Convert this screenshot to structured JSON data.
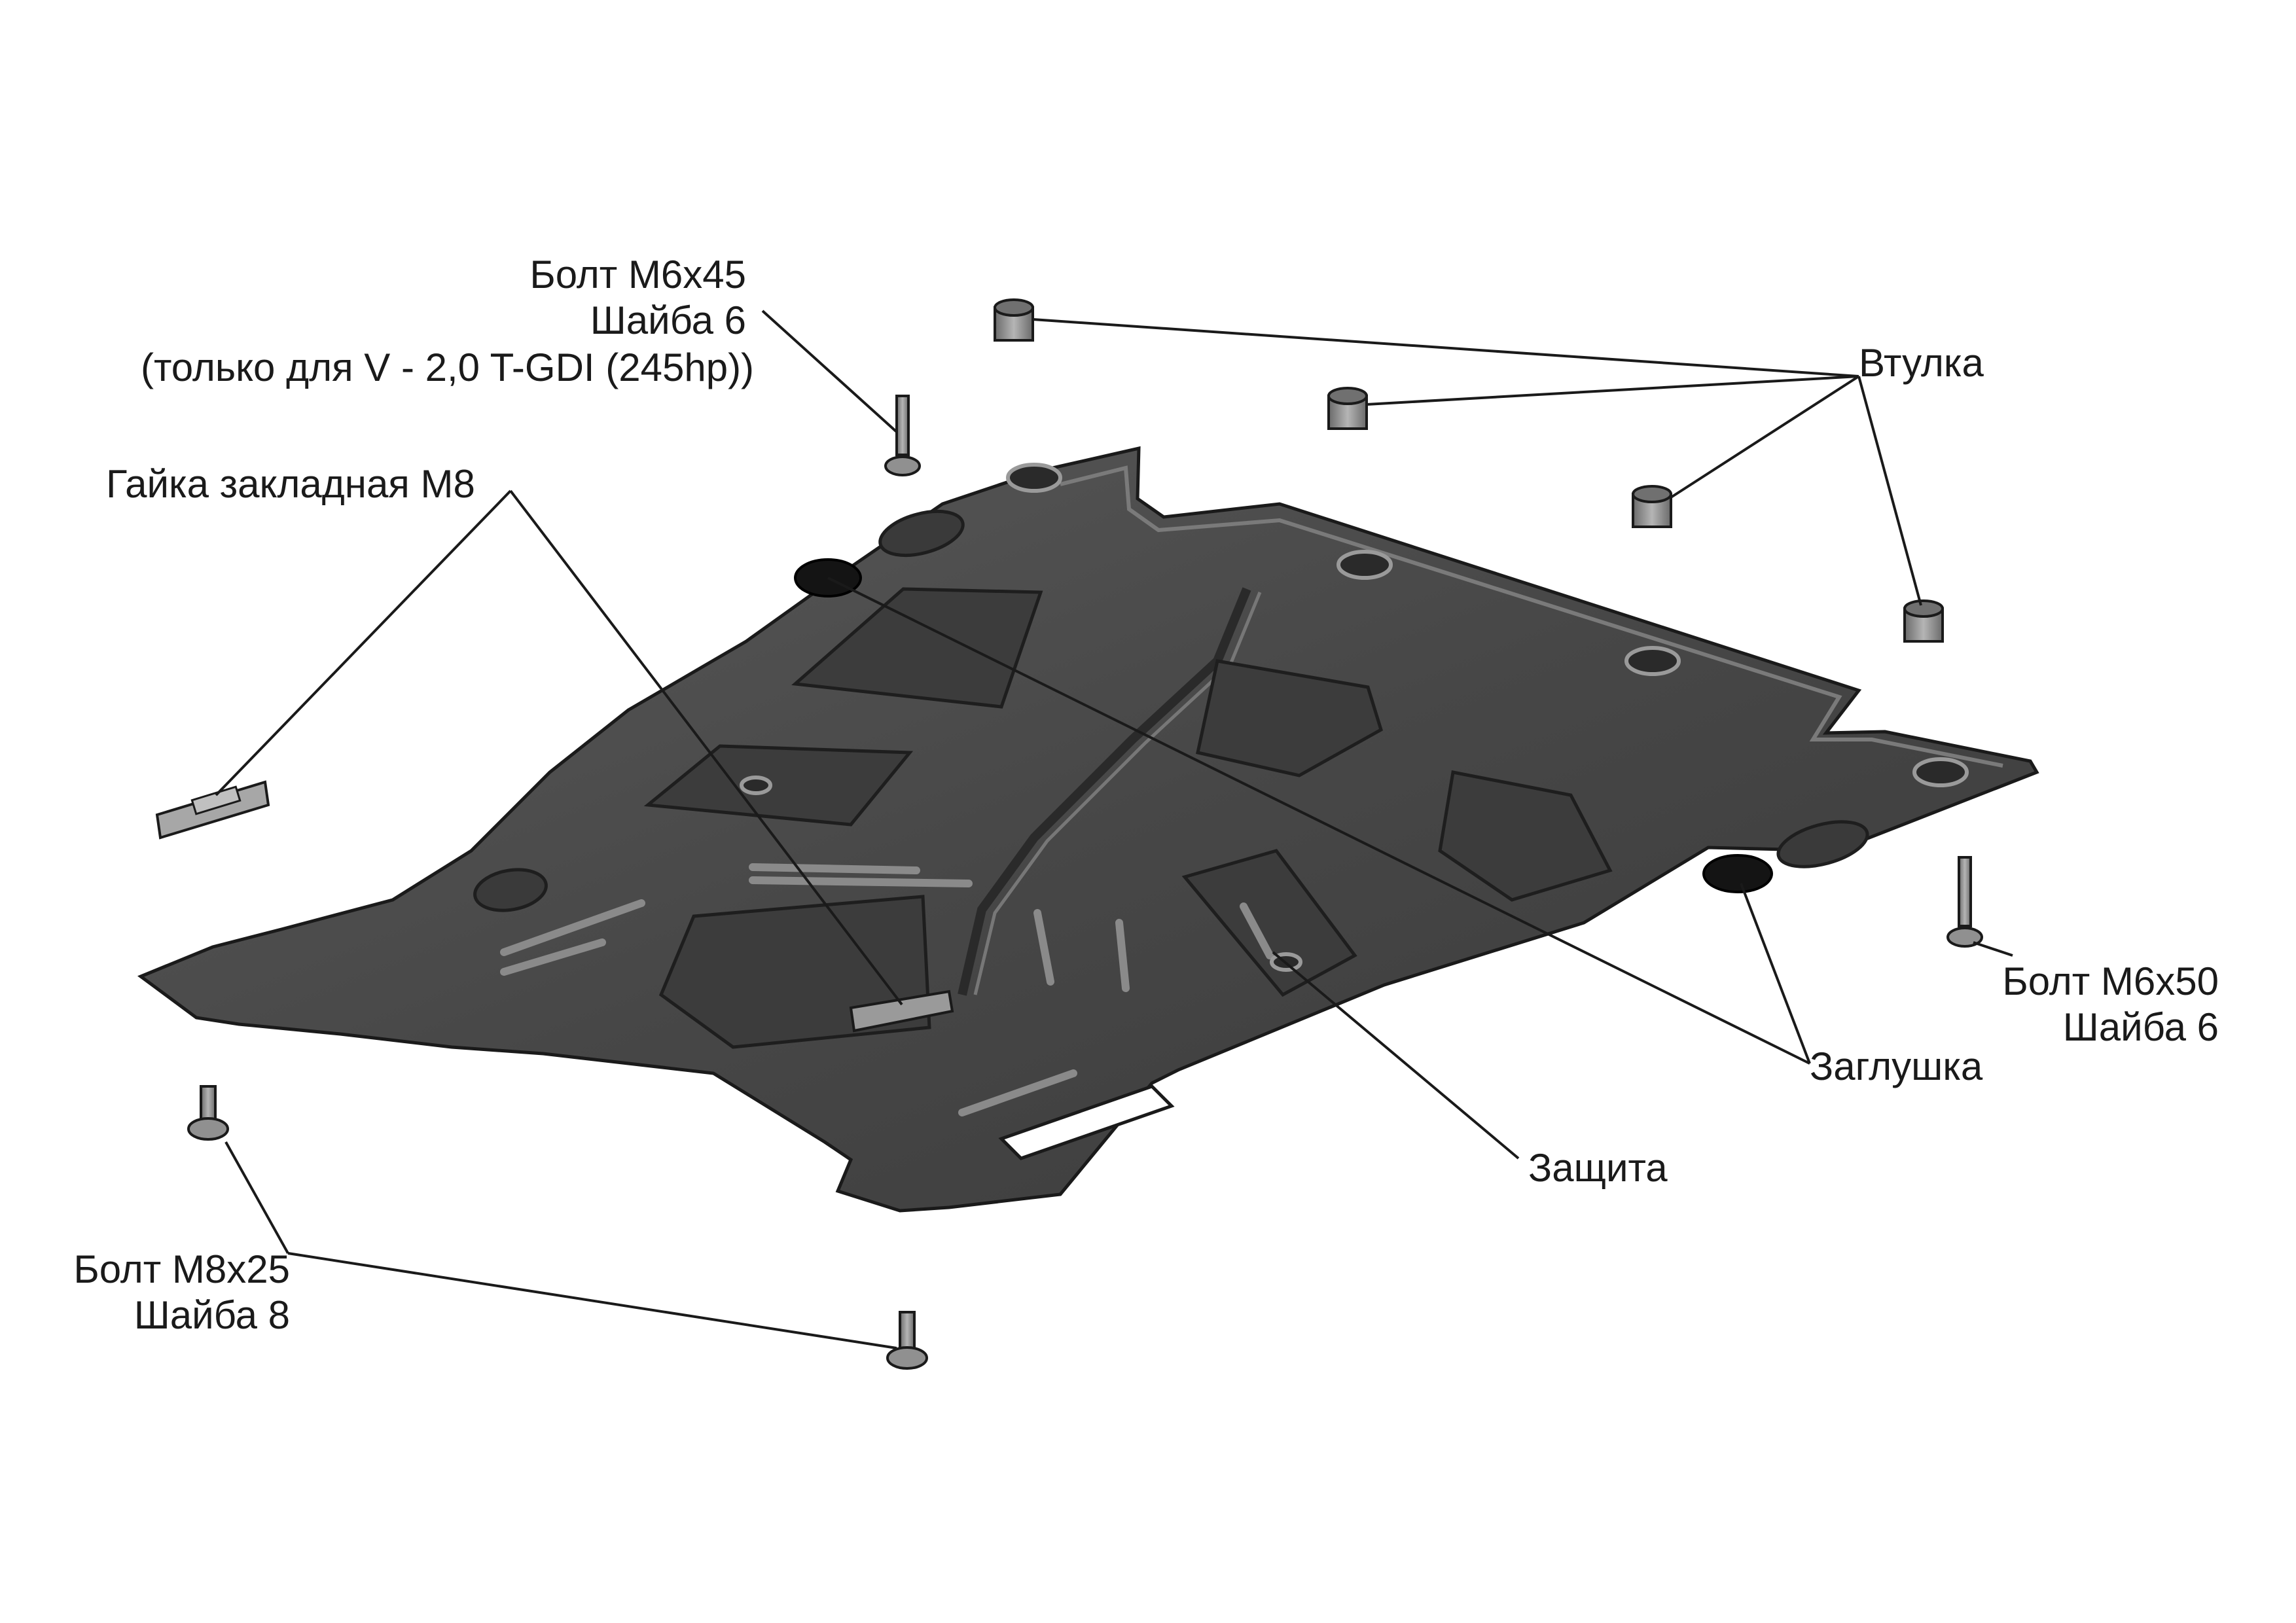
{
  "labels": {
    "bolt_m6x45": {
      "line1": "Болт М6х45",
      "line2": "Шайба 6",
      "note_prefix": "(только для ",
      "note_engine": "V - 2,0 T-GDI (245hp))"
    },
    "nut": "Гайка закладная М8",
    "bushing": "Втулка",
    "bolt_m6x50": {
      "line1": "Болт М6х50",
      "line2": "Шайба 6"
    },
    "plug": "Заглушка",
    "guard": "Защита",
    "bolt_m8x25": {
      "line1": "Болт М8х25",
      "line2": "Шайба 8"
    }
  },
  "colors": {
    "guard_fill": "#4a4a4a",
    "guard_dark": "#2e2e2e",
    "guard_light": "#6e6e6e",
    "part_fill": "#8c8c8c",
    "leader": "#1a1a1a"
  }
}
